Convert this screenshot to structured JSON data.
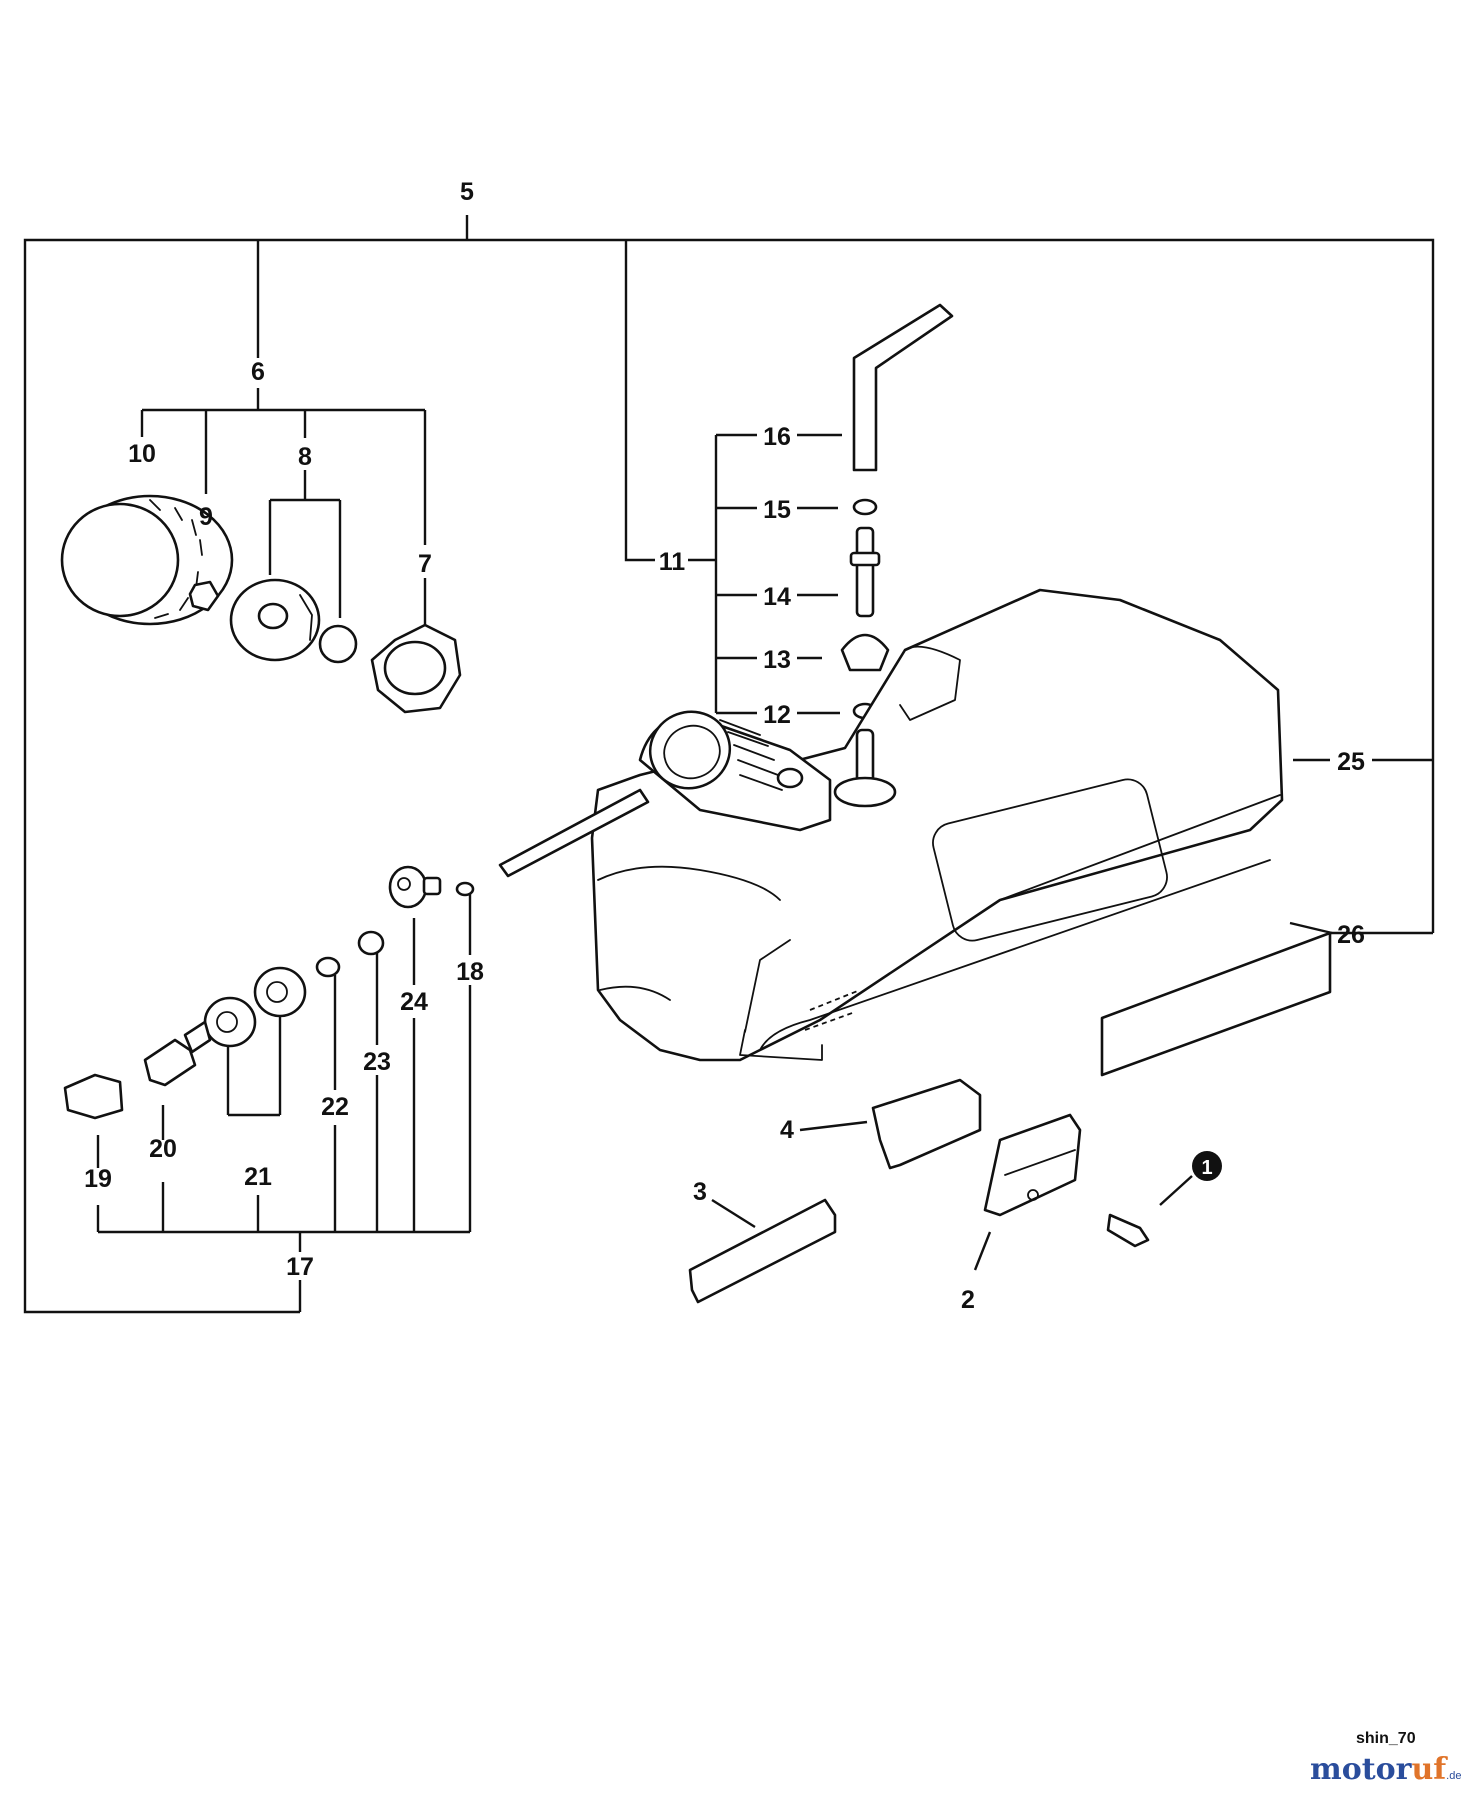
{
  "labels": {
    "l1": "1",
    "l2": "2",
    "l3": "3",
    "l4": "4",
    "l5": "5",
    "l6": "6",
    "l7": "7",
    "l8": "8",
    "l9": "9",
    "l10": "10",
    "l11": "11",
    "l12": "12",
    "l13": "13",
    "l14": "14",
    "l15": "15",
    "l16": "16",
    "l17": "17",
    "l18": "18",
    "l19": "19",
    "l20": "20",
    "l21": "21",
    "l22": "22",
    "l23": "23",
    "l24": "24",
    "l25": "25",
    "l26": "26"
  },
  "footer": {
    "diagram_code": "shin_70",
    "brand_part1": "motor",
    "brand_part2": "uf",
    "brand_tld": ".de"
  }
}
